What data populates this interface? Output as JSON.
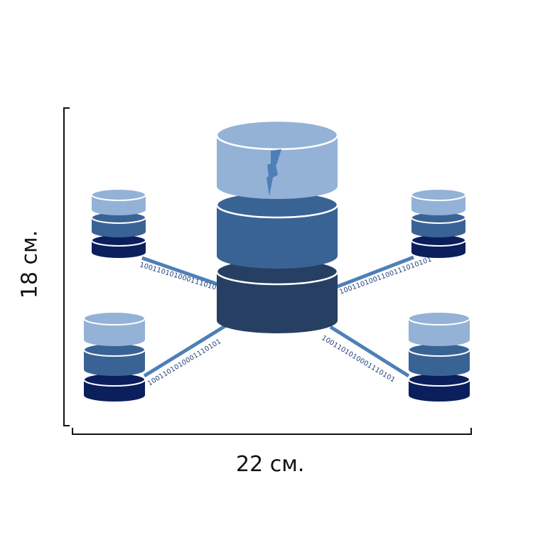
{
  "dimensions": {
    "width_label": "22 см.",
    "height_label": "18 см."
  },
  "data_streams": [
    "1001101010001110101",
    "1001101001100111010101",
    "1001101010001110101",
    "1001101010001110101"
  ],
  "icons": {
    "central": "central-database-icon",
    "satellites": [
      "database-icon",
      "database-icon",
      "database-icon",
      "database-icon"
    ],
    "lightning": "lightning-icon"
  },
  "colors": {
    "tier_top": "#94b2d6",
    "tier_middle": "#3a6395",
    "tier_bottom": "#263f62",
    "small_top": "#94b2d6",
    "small_middle": "#3a6395",
    "small_bottom": "#0a1f5c",
    "link": "#4f7fb8",
    "bracket": "#111111"
  }
}
